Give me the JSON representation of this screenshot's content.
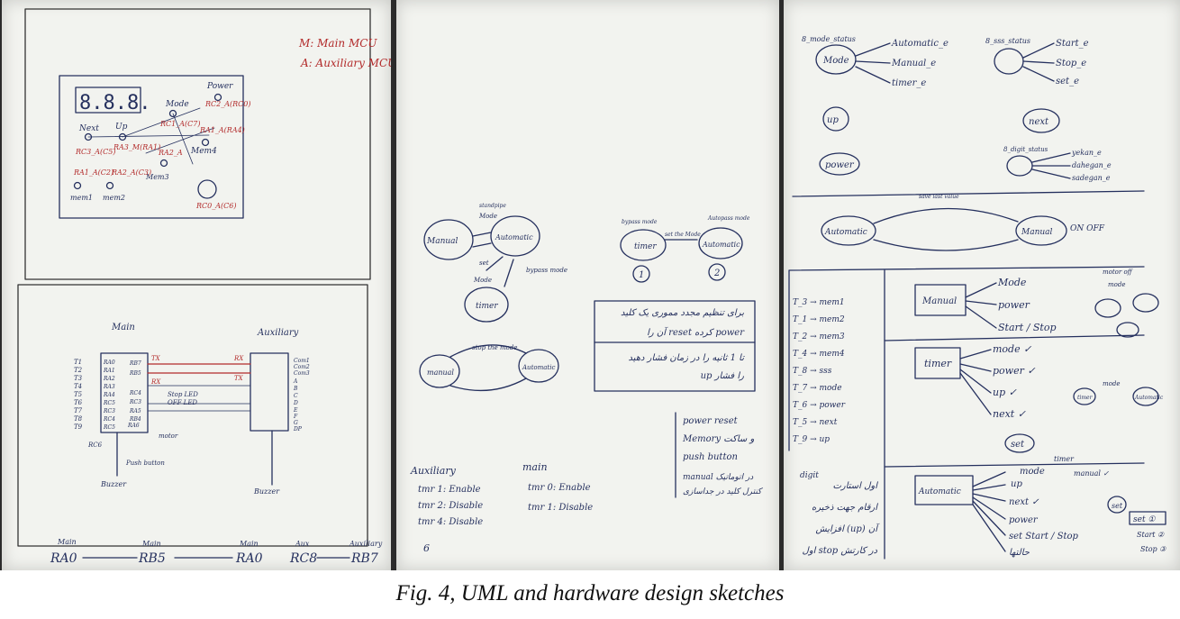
{
  "caption": "Fig. 4, UML and hardware design sketches",
  "sheet1": {
    "legend": [
      "M: Main MCU",
      "A: Auxiliary MCU"
    ],
    "panel_labels": [
      "Mode",
      "Power",
      "Next",
      "Up",
      "Mem4",
      "Mem3",
      "mem1",
      "mem2"
    ],
    "pin_labels_red": [
      "RC2_A(RC0)",
      "RC1_A(C7)",
      "RA1_A(RA4)",
      "RC3_A(C5)",
      "RA3_M(RA1)",
      "RA2_A",
      "RA2_A(C3)",
      "RA1_A(C2)",
      "RC0_A(C6)"
    ],
    "display": "8.8.8.",
    "schematic": {
      "main_title": "Main",
      "aux_title": "Auxiliary",
      "main_left_pins": [
        "T1",
        "T2",
        "T3",
        "T4",
        "T5",
        "T6",
        "T7",
        "T8",
        "T9"
      ],
      "main_mcu_pins": [
        "RA0",
        "RA1",
        "RA2",
        "RA3",
        "RA4",
        "RC5",
        "RC3",
        "RC4",
        "RC5",
        "RA6",
        "RB7",
        "RB5",
        "RC4",
        "RC3",
        "RA5",
        "RB4"
      ],
      "aux_right_pins": [
        "Com1",
        "Com2",
        "Com3",
        "A",
        "B",
        "C",
        "D",
        "E",
        "F",
        "G",
        "DP"
      ],
      "notes": [
        "TX",
        "RX",
        "RX",
        "TX",
        "Stop LED",
        "OFF LED",
        "motor",
        "Push button",
        "Buzzer",
        "Buzzer",
        "RC6"
      ],
      "bottom_line": [
        "Main",
        "RA0",
        "Main",
        "RB5",
        "Main",
        "RA0",
        "Aux",
        "RC8",
        "Auxiliary",
        "RB7"
      ]
    }
  },
  "sheet2": {
    "states": [
      "Manual",
      "Automatic",
      "timer",
      "timer",
      "Automatic",
      "manual",
      "Automatic"
    ],
    "labels": [
      "standpipe",
      "Mode",
      "set",
      "Mode",
      "bypass mode",
      "bypass mode",
      "set the Mode",
      "Autopass mode",
      "1",
      "2",
      "stop the mode"
    ],
    "note_box": [
      "برای تنظیم مجدد مموری یک کلید",
      "آن را reset کرده power",
      "تا 1 ثانیه را در زمان فشار دهید",
      "up را فشار"
    ],
    "right_note": [
      "power reset",
      "Memory و ساکت",
      "push button",
      "manual در اتوماتیک",
      "کنترل کلید در جداسازی"
    ],
    "auxiliary": {
      "title": "Auxiliary",
      "lines": [
        "tmr 1: Enable",
        "tmr 2: Disable",
        "tmr 4: Disable"
      ]
    },
    "main": {
      "title": "main",
      "lines": [
        "tmr 0: Enable",
        "tmr 1: Disable"
      ]
    },
    "page_mark": "6"
  },
  "sheet3": {
    "mode_status": {
      "title": "8_mode_status",
      "node": "Mode",
      "items": [
        "Automatic_e",
        "Manual_e",
        "timer_e"
      ]
    },
    "sss_status": {
      "title": "8_sss_status",
      "items": [
        "Start_e",
        "Stop_e",
        "set_e"
      ]
    },
    "buttons": [
      "up",
      "next",
      "power"
    ],
    "digit_status": {
      "title": "8_digit_status",
      "items": [
        "yekan_e",
        "dahegan_e",
        "sadegan_e"
      ]
    },
    "toggle": {
      "left": "Automatic",
      "right": "Manual",
      "top": "save last value",
      "side": "ON OFF"
    },
    "mapping": [
      "T_3 → mem1",
      "T_1 → mem2",
      "T_2 → mem3",
      "T_4 → mem4",
      "T_8 → sss",
      "T_7 → mode",
      "T_6 → power",
      "T_5 → next",
      "T_9 → up"
    ],
    "manual_block": {
      "title": "Manual",
      "items": [
        "Mode",
        "power",
        "Start / Stop"
      ]
    },
    "timer_block": {
      "title": "timer",
      "items": [
        "mode ✓",
        "power ✓",
        "up ✓",
        "next ✓"
      ],
      "extra": "set"
    },
    "auto_block": {
      "title": "Automatic",
      "items": [
        "mode",
        "up",
        "next ✓",
        "power",
        "set Start / Stop",
        "حالتها"
      ],
      "side": [
        "timer",
        "manual ✓"
      ]
    },
    "corner_notes": [
      "motor off",
      "mode",
      "timer",
      "manual",
      "Automatic"
    ],
    "persian_notes": [
      "اول استارت",
      "ارقام جهت ذخیره",
      "افزایش (up) آن",
      "اول stop در کارتش"
    ],
    "digit_label": "digit",
    "set_sequence": [
      "set",
      "set ①",
      "Start ②",
      "Stop ③"
    ]
  }
}
